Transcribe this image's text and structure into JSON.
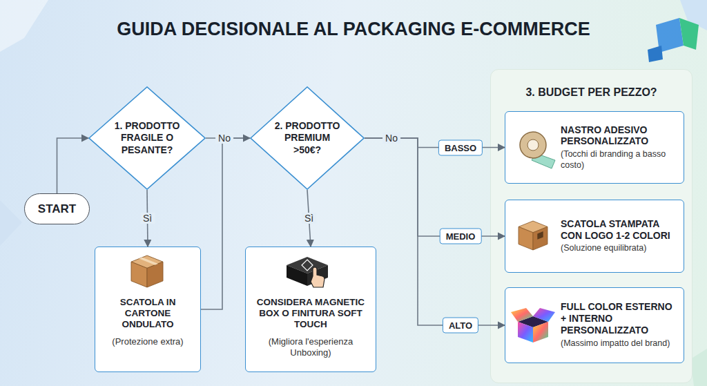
{
  "diagram": {
    "title": "GUIDA DECISIONALE AL PACKAGING E-COMMERCE",
    "nodes": [
      {
        "text": [
          "START"
        ]
      },
      {
        "text": [
          "1. PRODOTTO FRAGILE O PESANTE?"
        ]
      },
      {
        "text": [
          "SCATOLA IN CARTONE ONDULATO",
          "(Protezione extra)"
        ]
      },
      {
        "text": [
          "2. PRODOTTO PREMIUM >50€?"
        ]
      },
      {
        "text": [
          "CONSIDERA MAGNETIC BOX O FINITURA SOFT TOUCH",
          "(Migliora l'esperienza Unboxing)"
        ]
      },
      {
        "text": [
          "3. BUDGET PER PEZZO?"
        ]
      },
      {
        "text": [
          "NASTRO ADESIVO PERSONALIZZATO",
          "(Tocchi di branding a basso costo)"
        ],
        "in": 5
      },
      {
        "text": [
          "SCATOLA STAMPATA CON LOGO 1-2 COLORI",
          "(Soluzione equilibrata)"
        ],
        "in": 5
      },
      {
        "text": [
          "FULL COLOR ESTERNO + INTERNO PERSONALIZZATO",
          "(Massimo impatto del brand)"
        ],
        "in": 5
      }
    ],
    "edges": [
      {
        "from": 0,
        "to": 1,
        "arrow": "to"
      },
      {
        "from": 1,
        "to": 2,
        "label": "Sì",
        "arrow": "to"
      },
      {
        "from": 1,
        "to": 3,
        "label": "No",
        "arrow": "none"
      },
      {
        "from": 2,
        "to": 3,
        "arrow": "to"
      },
      {
        "from": 3,
        "to": 4,
        "label": "Sì",
        "arrow": "to"
      },
      {
        "from": 3,
        "to": 6,
        "label": "BASSO",
        "arrow": "to"
      },
      {
        "from": 3,
        "to": 7,
        "label": "MEDIO",
        "arrow": "to"
      },
      {
        "from": 3,
        "to": 8,
        "label": "ALTO",
        "arrow": "to"
      }
    ],
    "labels": [
      "No"
    ]
  }
}
